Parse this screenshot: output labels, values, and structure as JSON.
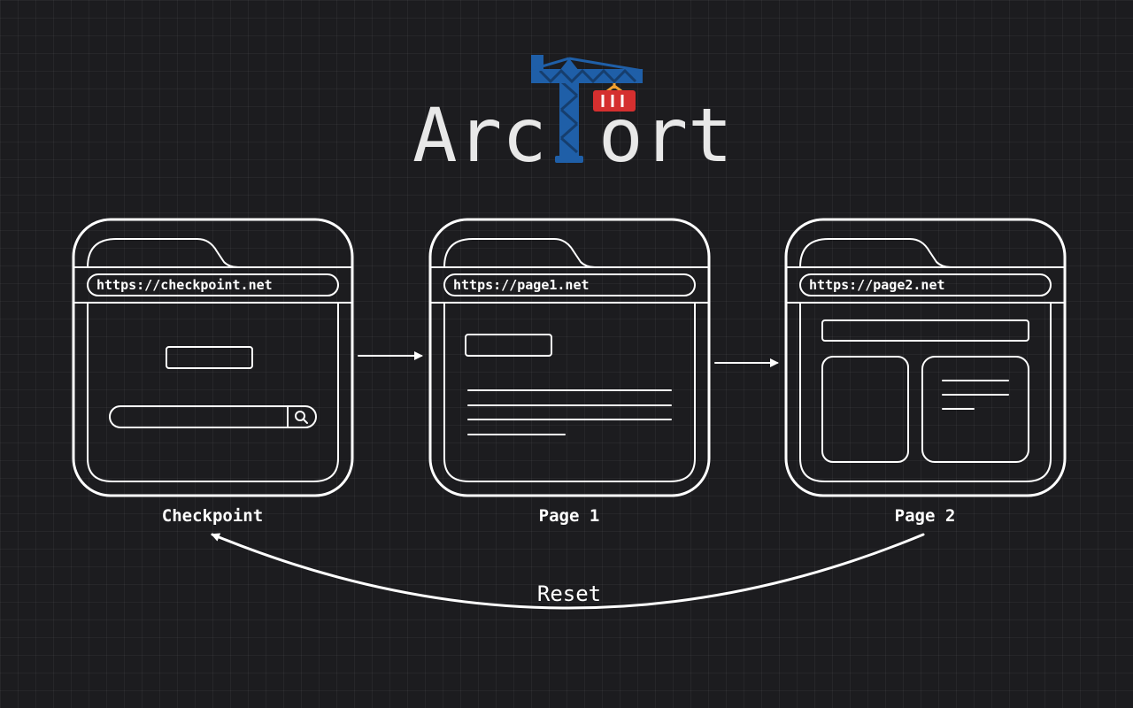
{
  "logo": {
    "text_left": "Arc",
    "text_right": "ort",
    "crane_color": "#1f5fa8",
    "container_color": "#d52f2f",
    "hook_color": "#f0a030"
  },
  "nodes": [
    {
      "id": "checkpoint",
      "url": "https://checkpoint.net",
      "caption": "Checkpoint"
    },
    {
      "id": "page1",
      "url": "https://page1.net",
      "caption": "Page 1"
    },
    {
      "id": "page2",
      "url": "https://page2.net",
      "caption": "Page 2"
    }
  ],
  "edges": [
    {
      "from": "checkpoint",
      "to": "page1",
      "label": ""
    },
    {
      "from": "page1",
      "to": "page2",
      "label": ""
    },
    {
      "from": "page2",
      "to": "checkpoint",
      "label": "Reset"
    }
  ],
  "colors": {
    "background": "#1c1c1f",
    "stroke": "#ffffff"
  }
}
